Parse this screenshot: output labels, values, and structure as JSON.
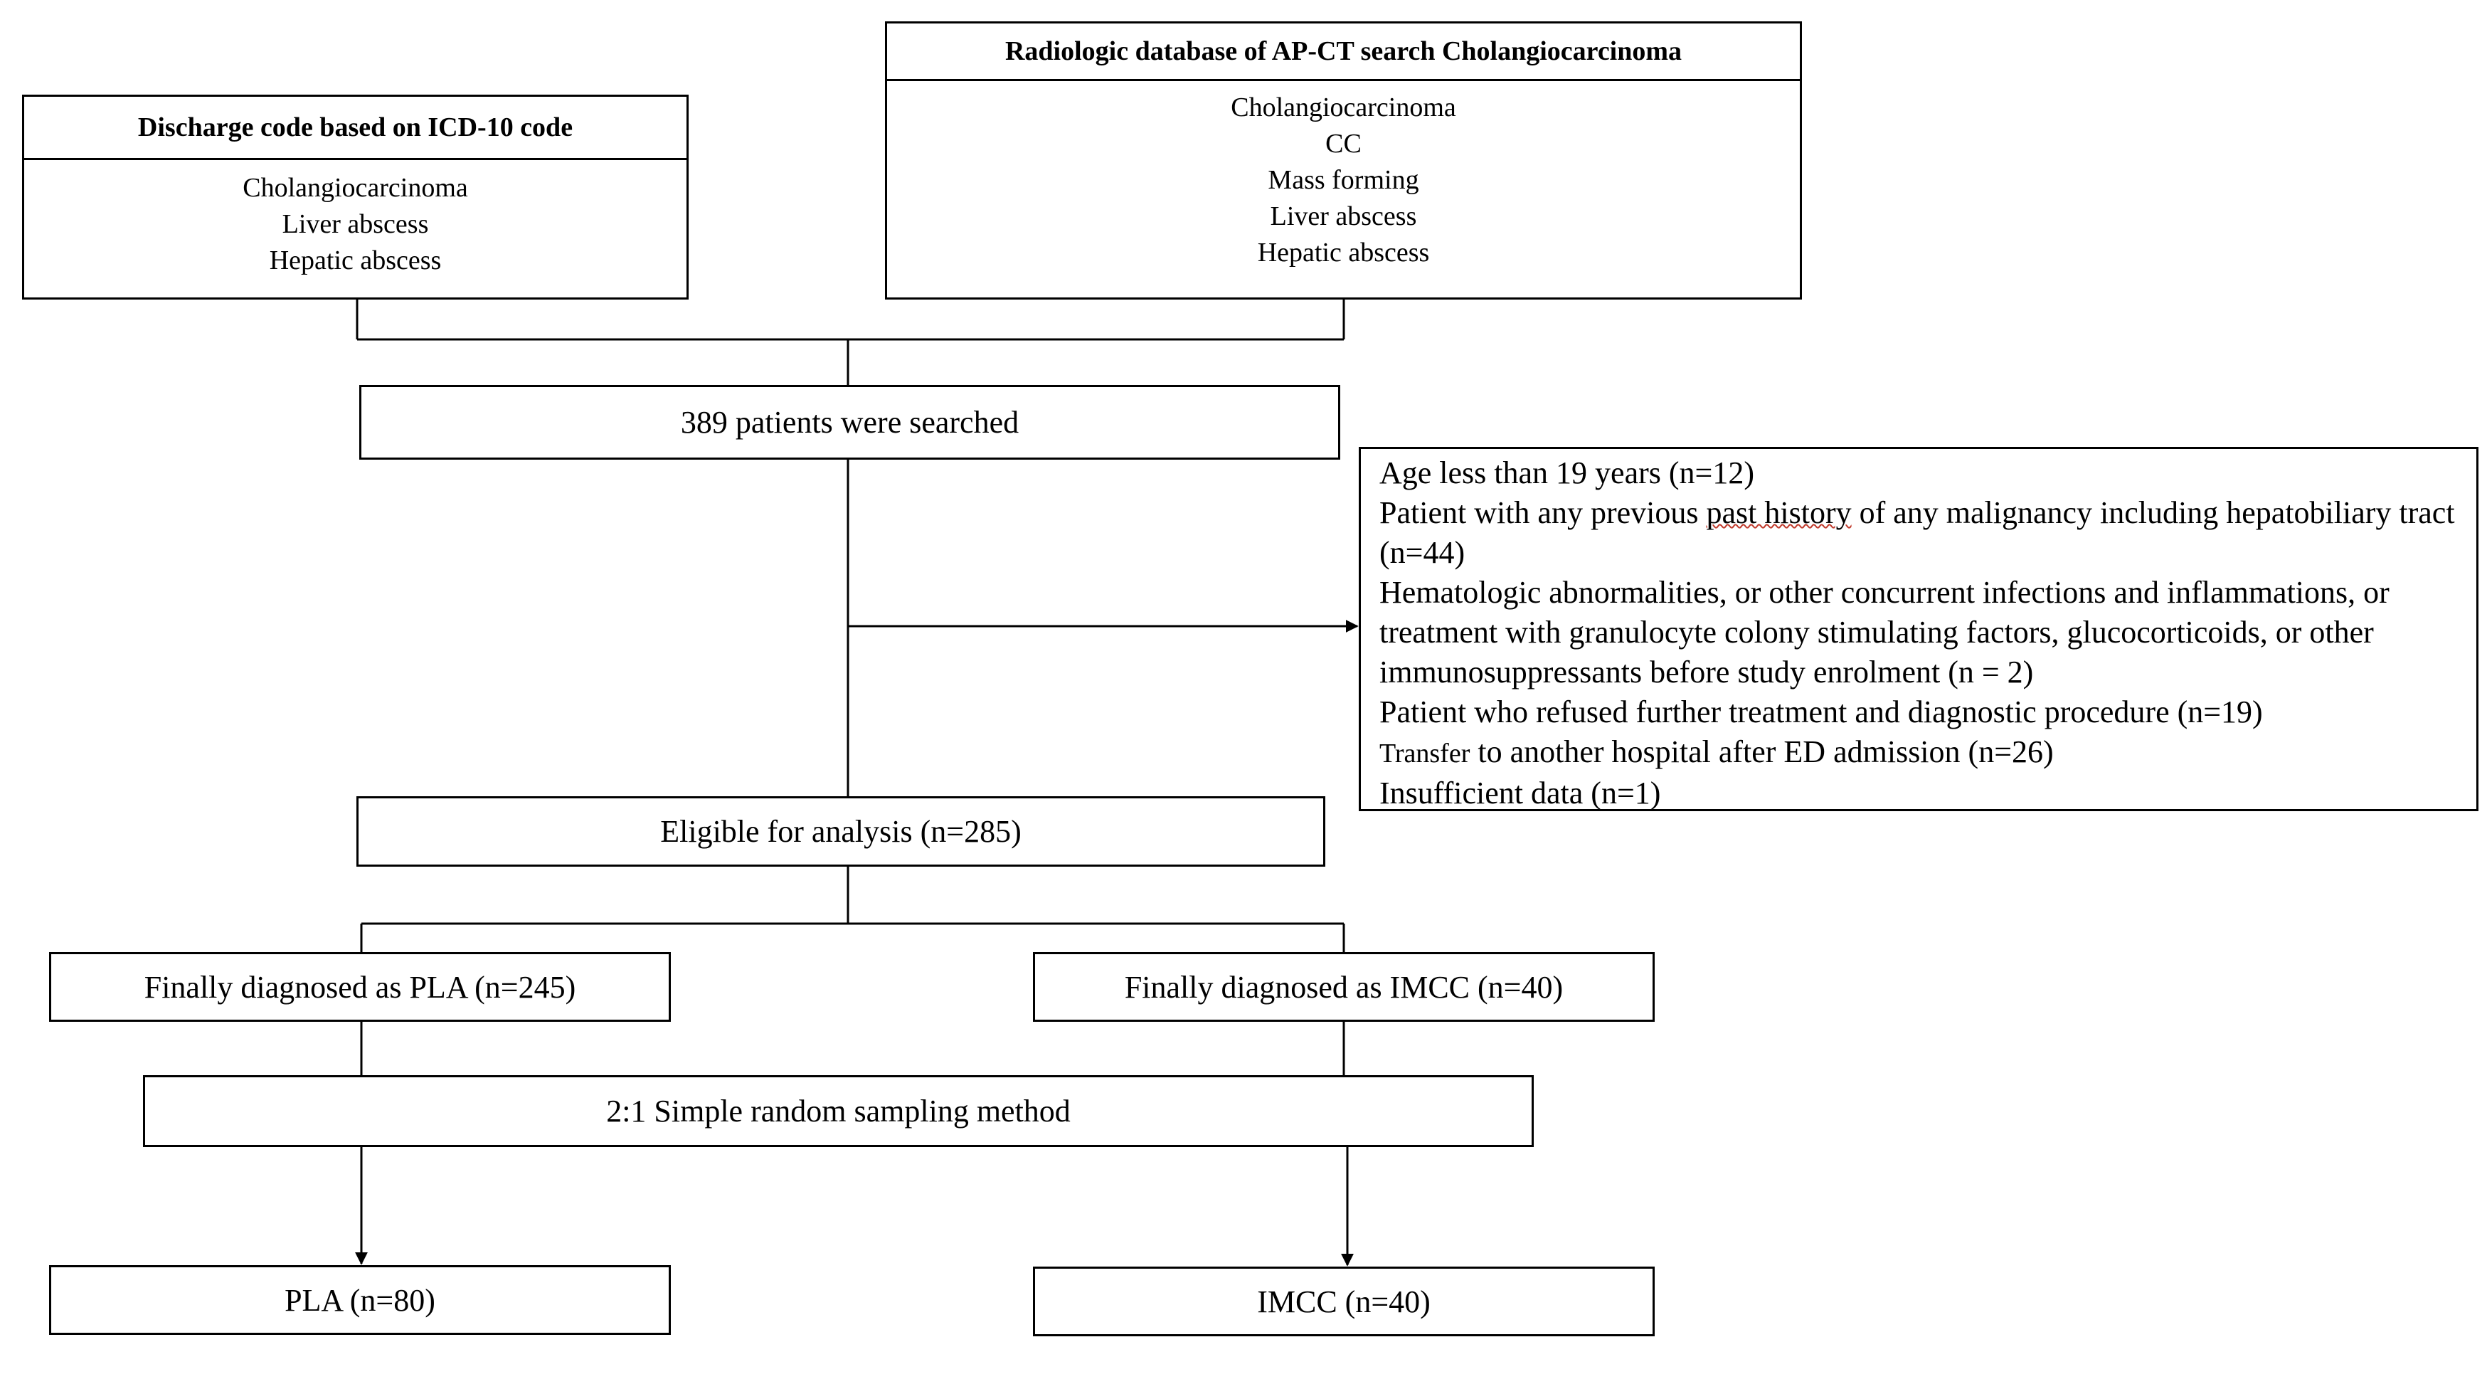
{
  "discharge_box": {
    "title": "Discharge code based on ICD-10 code",
    "items": [
      "Cholangiocarcinoma",
      "Liver abscess",
      "Hepatic abscess"
    ]
  },
  "radiologic_box": {
    "title": "Radiologic database of AP-CT search Cholangiocarcinoma",
    "items": [
      "Cholangiocarcinoma",
      "CC",
      "Mass forming",
      "Liver abscess",
      "Hepatic abscess"
    ]
  },
  "searched": "389 patients were searched",
  "exclusions": {
    "item1": "Age less than 19 years (n=12)",
    "item2_pre": "Patient with any previous ",
    "item2_mark": "past history",
    "item2_post": " of any malignancy including hepatobiliary tract (n=44)",
    "item3": "Hematologic abnormalities, or other concurrent infections and inflammations, or treatment with granulocyte colony stimulating factors, glucocorticoids, or other immunosuppressants before study enrolment (n = 2)",
    "item4": "Patient who refused further treatment and diagnostic procedure (n=19)",
    "item5_word": "Transfer",
    "item5_rest": " to another hospital after ED admission (n=26)",
    "item6": "Insufficient data (n=1)"
  },
  "eligible": "Eligible for analysis (n=285)",
  "pla_diag": "Finally diagnosed as PLA (n=245)",
  "imcc_diag": "Finally diagnosed as IMCC (n=40)",
  "sampling": "2:1 Simple random sampling method",
  "pla_final": "PLA (n=80)",
  "imcc_final": "IMCC (n=40)",
  "colors": {
    "line": "#000000",
    "spellcheck": "#c0392b"
  }
}
